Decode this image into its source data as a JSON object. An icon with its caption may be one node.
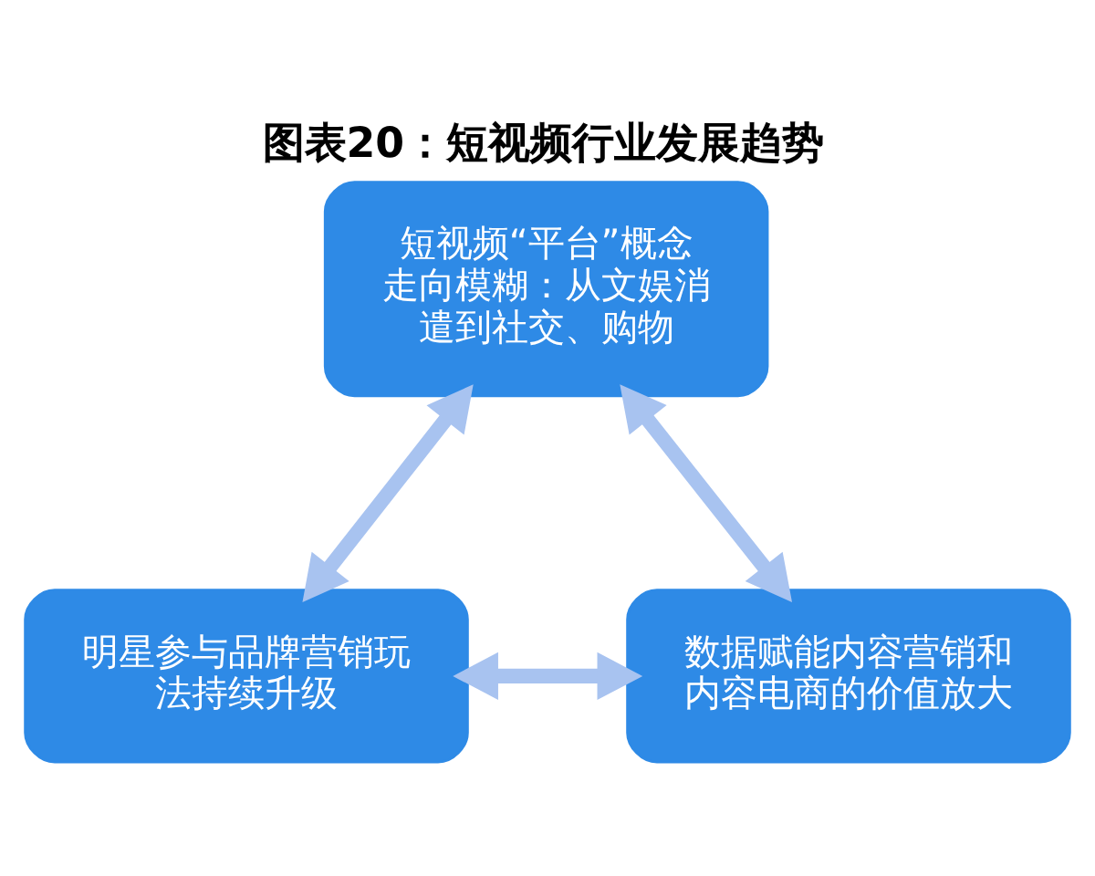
{
  "diagram": {
    "title": "图表20：短视频行业发展趋势",
    "nodes": [
      {
        "text": [
          "短视频“平台”概念走向模糊：从文娱消遣到社交、购物"
        ]
      },
      {
        "text": [
          "明星参与品牌营销玩法持续升级"
        ]
      },
      {
        "text": [
          "数据赋能内容营销和内容电商的价值放大"
        ]
      }
    ],
    "edges": [
      {
        "from": 0,
        "to": 1,
        "arrow": "both"
      },
      {
        "from": 0,
        "to": 2,
        "arrow": "both"
      },
      {
        "from": 1,
        "to": 2,
        "arrow": "both"
      }
    ]
  }
}
